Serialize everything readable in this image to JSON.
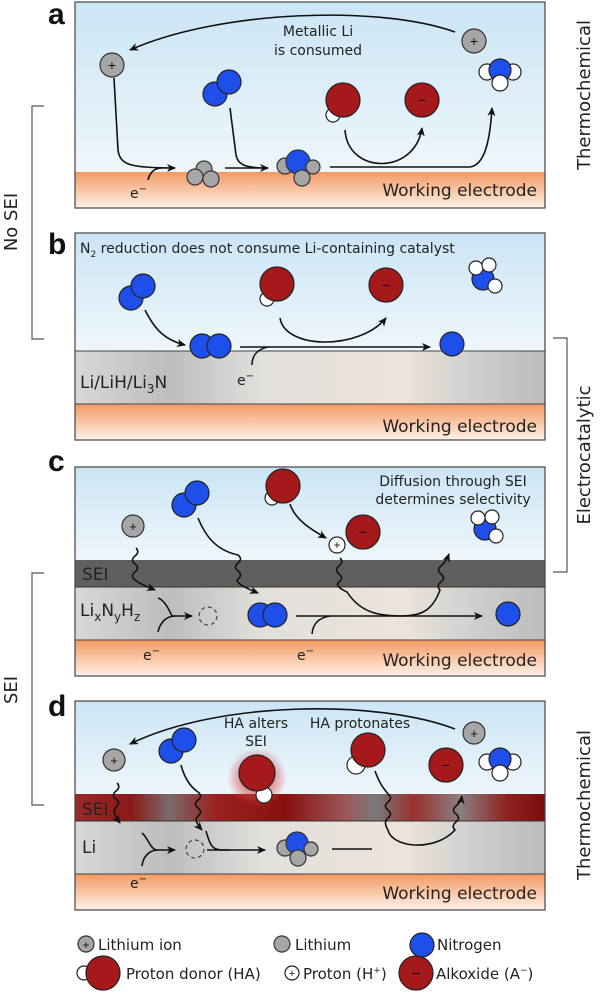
{
  "colors": {
    "solution_top": "#cfe7f6",
    "solution_bottom": "#eef6fb",
    "electrode_top": "#f2a06a",
    "electrode_bottom": "#fde8da",
    "lithium_layer": "#d4d4d4",
    "sei_dark": "#5d5d5d",
    "sei_red": "#8a1616",
    "nitrogen": "#1f4fea",
    "lithium": "#a6a6a6",
    "proton_donor": "#a5191b",
    "hydrogen": "#ffffff"
  },
  "side_labels": {
    "no_sei": "No SEI",
    "electrocatalytic": "Electrocatalytic",
    "sei": "SEI",
    "thermochemical_a": "Thermochemical",
    "thermochemical_d": "Thermochemical"
  },
  "panels": {
    "a": {
      "letter": "a",
      "annotation_line1": "Metallic Li",
      "annotation_line2": "is consumed",
      "electrode_label": "Working electrode",
      "electron_label": "e",
      "electron_sup": "−"
    },
    "b": {
      "letter": "b",
      "title_pre": "N",
      "title_sub": "2",
      "title_post": " reduction does not consume Li-containing catalyst",
      "layer_label_pre": "Li/LiH/Li",
      "layer_label_sub": "3",
      "layer_label_post": "N",
      "electrode_label": "Working electrode",
      "electron_label": "e",
      "electron_sup": "−"
    },
    "c": {
      "letter": "c",
      "annotation_line1": "Diffusion through SEI",
      "annotation_line2": "determines selectivity",
      "sei_label": "SEI",
      "layer_label_li": "Li",
      "layer_label_x": "x",
      "layer_label_n": "N",
      "layer_label_y": "y",
      "layer_label_h": "H",
      "layer_label_z": "z",
      "electrode_label": "Working electrode",
      "electron_label": "e",
      "electron_sup": "−"
    },
    "d": {
      "letter": "d",
      "annotation1_line1": "HA alters",
      "annotation1_line2": "SEI",
      "annotation2": "HA protonates",
      "sei_label": "SEI",
      "layer_label": "Li",
      "electrode_label": "Working electrode",
      "electron_label": "e",
      "electron_sup": "−"
    }
  },
  "symbols": {
    "plus": "+",
    "minus": "−"
  },
  "legend": {
    "lithium_ion": "Lithium ion",
    "lithium": "Lithium",
    "nitrogen": "Nitrogen",
    "proton_donor": "Proton donor (HA)",
    "proton_pre": "Proton (H",
    "proton_sup": "+",
    "proton_post": ")",
    "alkoxide_pre": "Alkoxide (A",
    "alkoxide_sup": "−",
    "alkoxide_post": ")"
  }
}
